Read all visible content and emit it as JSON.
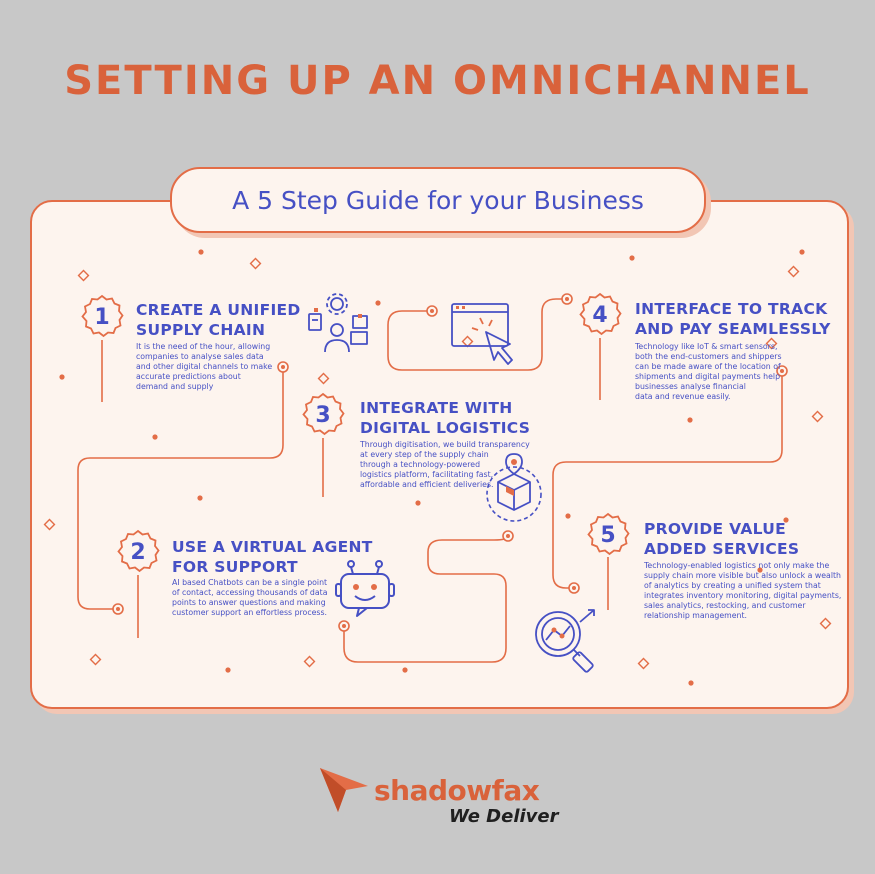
{
  "header": {
    "title": "SETTING UP AN OMNICHANNEL",
    "subtitle": "A 5 Step Guide for your Business"
  },
  "steps": [
    {
      "number": "1",
      "title": "CREATE A UNIFIED\nSUPPLY CHAIN",
      "description": "It is the need of the hour,  allowing\ncompanies to analyse sales data\nand other digital channels to make\naccurate predictions about\ndemand and supply"
    },
    {
      "number": "2",
      "title": "USE A VIRTUAL AGENT\nFOR SUPPORT",
      "description": "AI based Chatbots can be a single point\nof contact, accessing thousands of data\npoints to answer questions and making\ncustomer support an effortless process."
    },
    {
      "number": "3",
      "title": "INTEGRATE WITH\nDIGITAL LOGISTICS",
      "description": "Through digitisation, we build transparency\nat every step of the supply chain\nthrough a technology-powered\nlogistics platform, facilitating fast,\naffordable and efficient deliveries."
    },
    {
      "number": "4",
      "title": "INTERFACE TO TRACK\nAND PAY SEAMLESSLY",
      "description": "Technology like IoT & smart sensors,\nboth the end-customers and shippers\ncan be made aware of the location of\nshipments and digital payments help\nbusinesses analyse financial\ndata and revenue easily."
    },
    {
      "number": "5",
      "title": "PROVIDE VALUE\nADDED SERVICES",
      "description": "Technology-enabled logistics not only make the\nsupply chain more visible but also unlock a wealth\nof analytics by creating a unified system that\nintegrates inventory monitoring, digital payments,\nsales analytics, restocking, and customer\nrelationship management."
    }
  ],
  "icons": {
    "step1": "supply-chain-people-icon",
    "step2": "chatbot-robot-icon",
    "step3": "package-location-icon",
    "step4": "cursor-click-screen-icon",
    "step5": "analytics-magnifier-icon"
  },
  "brand": {
    "name": "shadowfax",
    "tagline": "We Deliver"
  },
  "colors": {
    "background": "#c8c8c8",
    "accent_orange": "#e36d47",
    "text_blue": "#4650c4",
    "panel": "#fdf4ee"
  }
}
